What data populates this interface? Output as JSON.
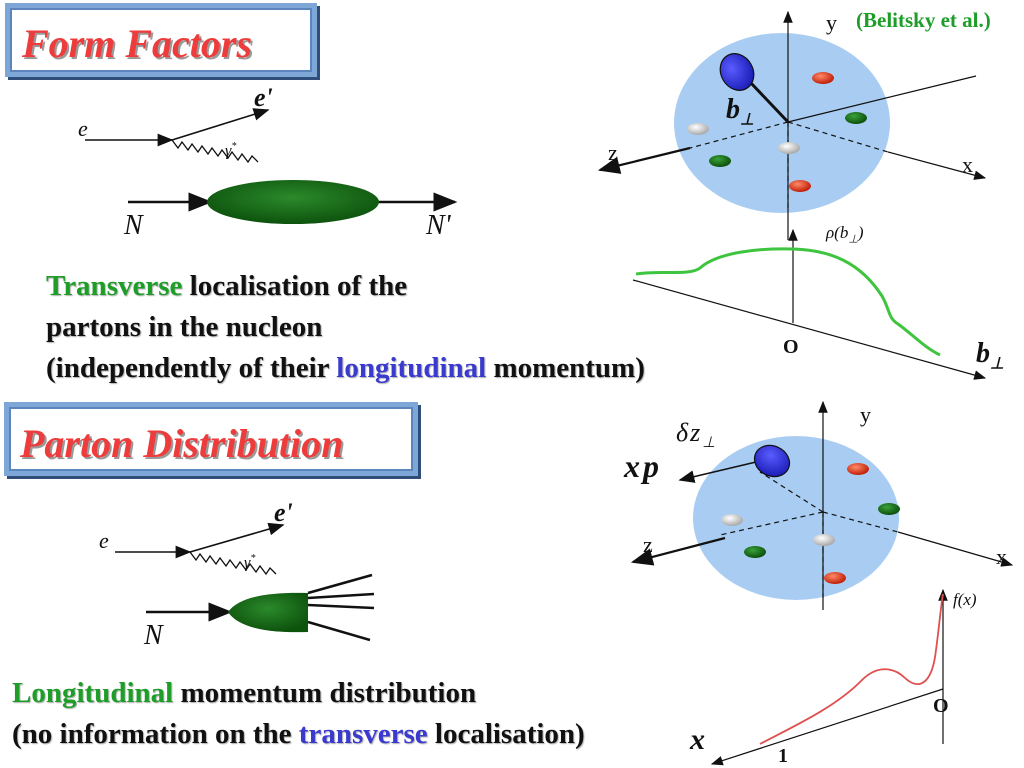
{
  "form_factors": {
    "title": "Form Factors",
    "diagram": {
      "e_in": "e",
      "e_out": "e'",
      "photon": "γ",
      "photon_sup": "*",
      "n_in": "N",
      "n_out": "N'"
    },
    "line1_hi": "Transverse",
    "line1_rest": " localisation of the",
    "line2": "partons in the nucleon",
    "line3_pre": "(independently of their ",
    "line3_hi": "longitudinal",
    "line3_post": " momentum)",
    "cite": "(Belitsky et al.)",
    "axis_y": "y",
    "axis_z": "z",
    "axis_x": "x",
    "b_perp": "b",
    "b_perp_sub": "⊥",
    "rho_label": "ρ(b",
    "rho_sub": "⊥",
    "rho_close": ")",
    "origin": "O",
    "b_axis": "b",
    "b_axis_sub": "⊥"
  },
  "parton_distribution": {
    "title": "Parton Distribution",
    "diagram": {
      "e_in": "e",
      "e_out": "e'",
      "photon": "γ",
      "photon_sup": "*",
      "n_in": "N"
    },
    "line1_hi": "Longitudinal",
    "line1_rest": " momentum distribution",
    "line2_pre": "(no information on the ",
    "line2_hi": "transverse",
    "line2_post": " localisation)",
    "axis_y": "y",
    "axis_z": "z",
    "axis_x": "x",
    "dz_label": "δz",
    "dz_sub": "⊥",
    "xp_label": "xp",
    "fx_label": "f(x)",
    "origin": "O",
    "x_axis": "x",
    "one": "1"
  },
  "colors": {
    "title_red": "#ee3b3b",
    "highlight_green": "#1e9e28",
    "highlight_blue": "#3a3acf",
    "nucleon_blue": "#a9cdf2",
    "blob_green": "#136b13",
    "curve_green": "#3fc43f",
    "curve_red": "#e05050"
  }
}
